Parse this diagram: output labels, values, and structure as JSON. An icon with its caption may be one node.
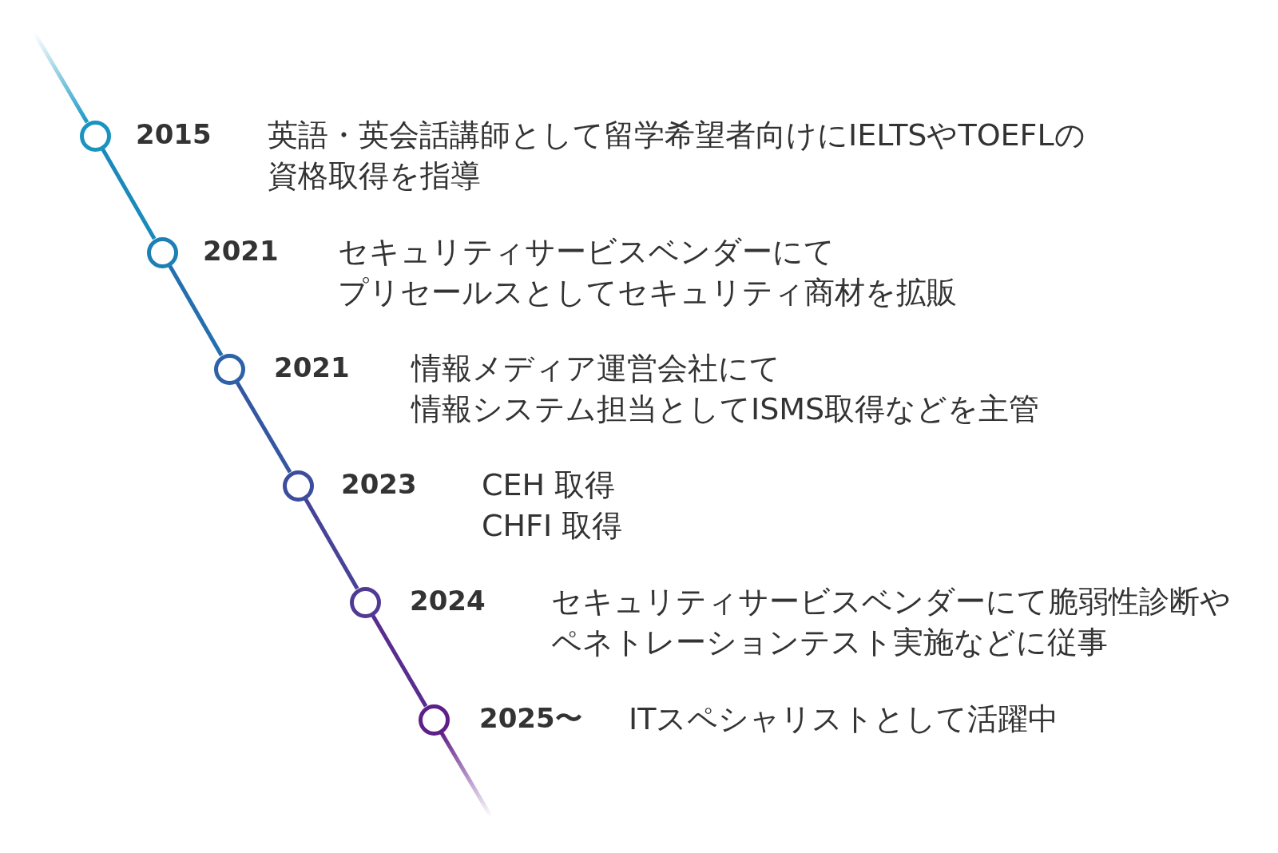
{
  "diagram": {
    "nodes": [
      {
        "text": [],
        "shape": "circle",
        "beside": [
          "2015",
          "英語・英会話講師として留学希望者向けにIELTSやTOEFLの資格取得を指導"
        ]
      },
      {
        "text": [],
        "shape": "circle",
        "beside": [
          "2021",
          "セキュリティサービスベンダーにてプリセールスとしてセキュリティ商材を拡販"
        ]
      },
      {
        "text": [],
        "shape": "circle",
        "beside": [
          "2021",
          "情報メディア運営会社にて情報システム担当としてISMS取得などを主管"
        ]
      },
      {
        "text": [],
        "shape": "circle",
        "beside": [
          "2023",
          "CEH 取得",
          "CHFI 取得"
        ]
      },
      {
        "text": [],
        "shape": "circle",
        "beside": [
          "2024",
          "セキュリティサービスベンダーにて脆弱性診断やペネトレーションテスト実施などに従事"
        ]
      },
      {
        "text": [],
        "shape": "circle",
        "beside": [
          "2025〜",
          "ITスペシャリストとして活躍中"
        ]
      }
    ],
    "edges": [
      {
        "from": null,
        "to": 0,
        "arrow": "none",
        "color": "#1a9ac4"
      },
      {
        "from": 0,
        "to": 1,
        "arrow": "none",
        "color": "#1a8abb"
      },
      {
        "from": 1,
        "to": 2,
        "arrow": "none",
        "color": "#2470af"
      },
      {
        "from": 2,
        "to": 3,
        "arrow": "none",
        "color": "#3557a2"
      },
      {
        "from": 3,
        "to": 4,
        "arrow": "none",
        "color": "#474398"
      },
      {
        "from": 4,
        "to": 5,
        "arrow": "none",
        "color": "#582d8f"
      },
      {
        "from": 5,
        "to": null,
        "arrow": "none",
        "color": "#632189"
      }
    ]
  }
}
